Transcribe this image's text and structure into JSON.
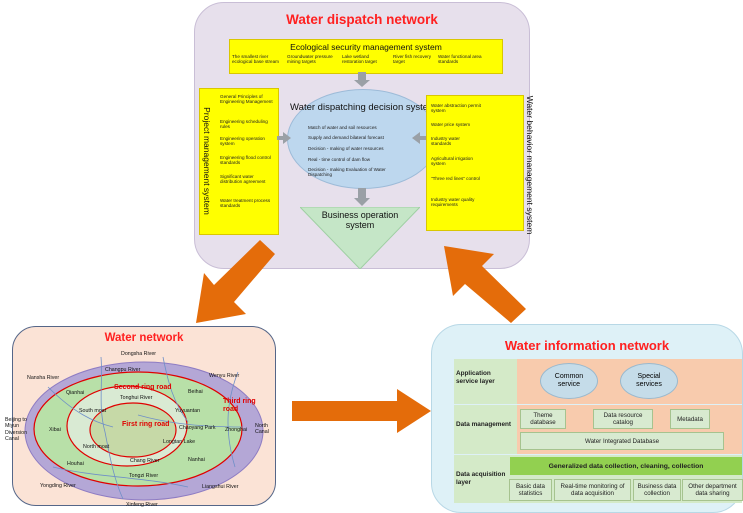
{
  "dispatch": {
    "title": "Water dispatch network",
    "eco": {
      "title": "Ecological security management system",
      "items": [
        "The smallest river ecological base stream",
        "Groundwater pressure mining targets",
        "Lake wetland restoration target",
        "River fish recovery target",
        "Water functional area standards"
      ]
    },
    "project": {
      "title": "Project management system",
      "items": [
        "General Principles of Engineering Management",
        "Engineering scheduling rules",
        "Engineering operation system",
        "Engineering flood control standards",
        "Significant water distribution agreement",
        "Water treatment process standards"
      ]
    },
    "decision": {
      "title": "Water dispatching decision system",
      "items": [
        "Match of water and soil resources",
        "Supply and demand bilateral forecast",
        "Decision - making of water resources",
        "Real - time control of dam flow",
        "Decision - making Evaluation of Water Dispatching"
      ]
    },
    "behavior": {
      "title": "Water behavior management system",
      "items": [
        "Water abstraction permit system",
        "Water price system",
        "Industry water standards",
        "Agricultural irrigation system",
        "\"Three red lines\" control",
        "Industry water quality requirements"
      ]
    },
    "business": "Business operation system"
  },
  "waternet": {
    "title": "Water network",
    "rings": {
      "first": "First ring road",
      "second": "Second ring road",
      "third": "Third ring road"
    },
    "labels": {
      "dongsha": "Dongsha River",
      "changpu": "Changpu River",
      "wenyu": "Wenyu River",
      "nansha": "Nansha River",
      "tonghui": "Tonghui River",
      "qianhai": "Qianhai",
      "beihai": "Beihai",
      "south_moat": "South moat",
      "yuyuantan": "Yuyuantan",
      "beijing_miyun": "Beijing to Miyun Diversion Canal",
      "xibai": "Xibai",
      "chaoyang": "Chaoyang Park",
      "zhonghai": "Zhonghai",
      "north_canal": "North Canal",
      "north_moat": "North moat",
      "longtan": "Longtan Lake",
      "nanhai": "Nanhai",
      "chang": "Chang River",
      "houhai": "Houhai",
      "tongzi": "Tongzi River",
      "yongding": "Yongding River",
      "liangshui": "Liangshui River",
      "xinfeng": "Xinfeng River"
    }
  },
  "infonet": {
    "title": "Water information network",
    "app_layer": "Application service layer",
    "common": "Common service",
    "special": "Special services",
    "data_mgmt": "Data management",
    "theme_db": "Theme database",
    "catalog": "Data resource catalog",
    "metadata": "Metadata",
    "integrated_db": "Water Integrated Database",
    "acq_layer": "Data acquisition layer",
    "generalized": "Generalized data collection, cleaning, collection",
    "acq_items": [
      "Basic data statistics",
      "Real-time monitoring of data acquisition",
      "Business data collection",
      "Other department data sharing"
    ]
  },
  "colors": {
    "title_red": "#ff2020",
    "arrow_orange": "#e46c0a",
    "yellow": "#ffff00",
    "ellipse_blue": "#bdd7ee",
    "green_band": "#92d050"
  }
}
